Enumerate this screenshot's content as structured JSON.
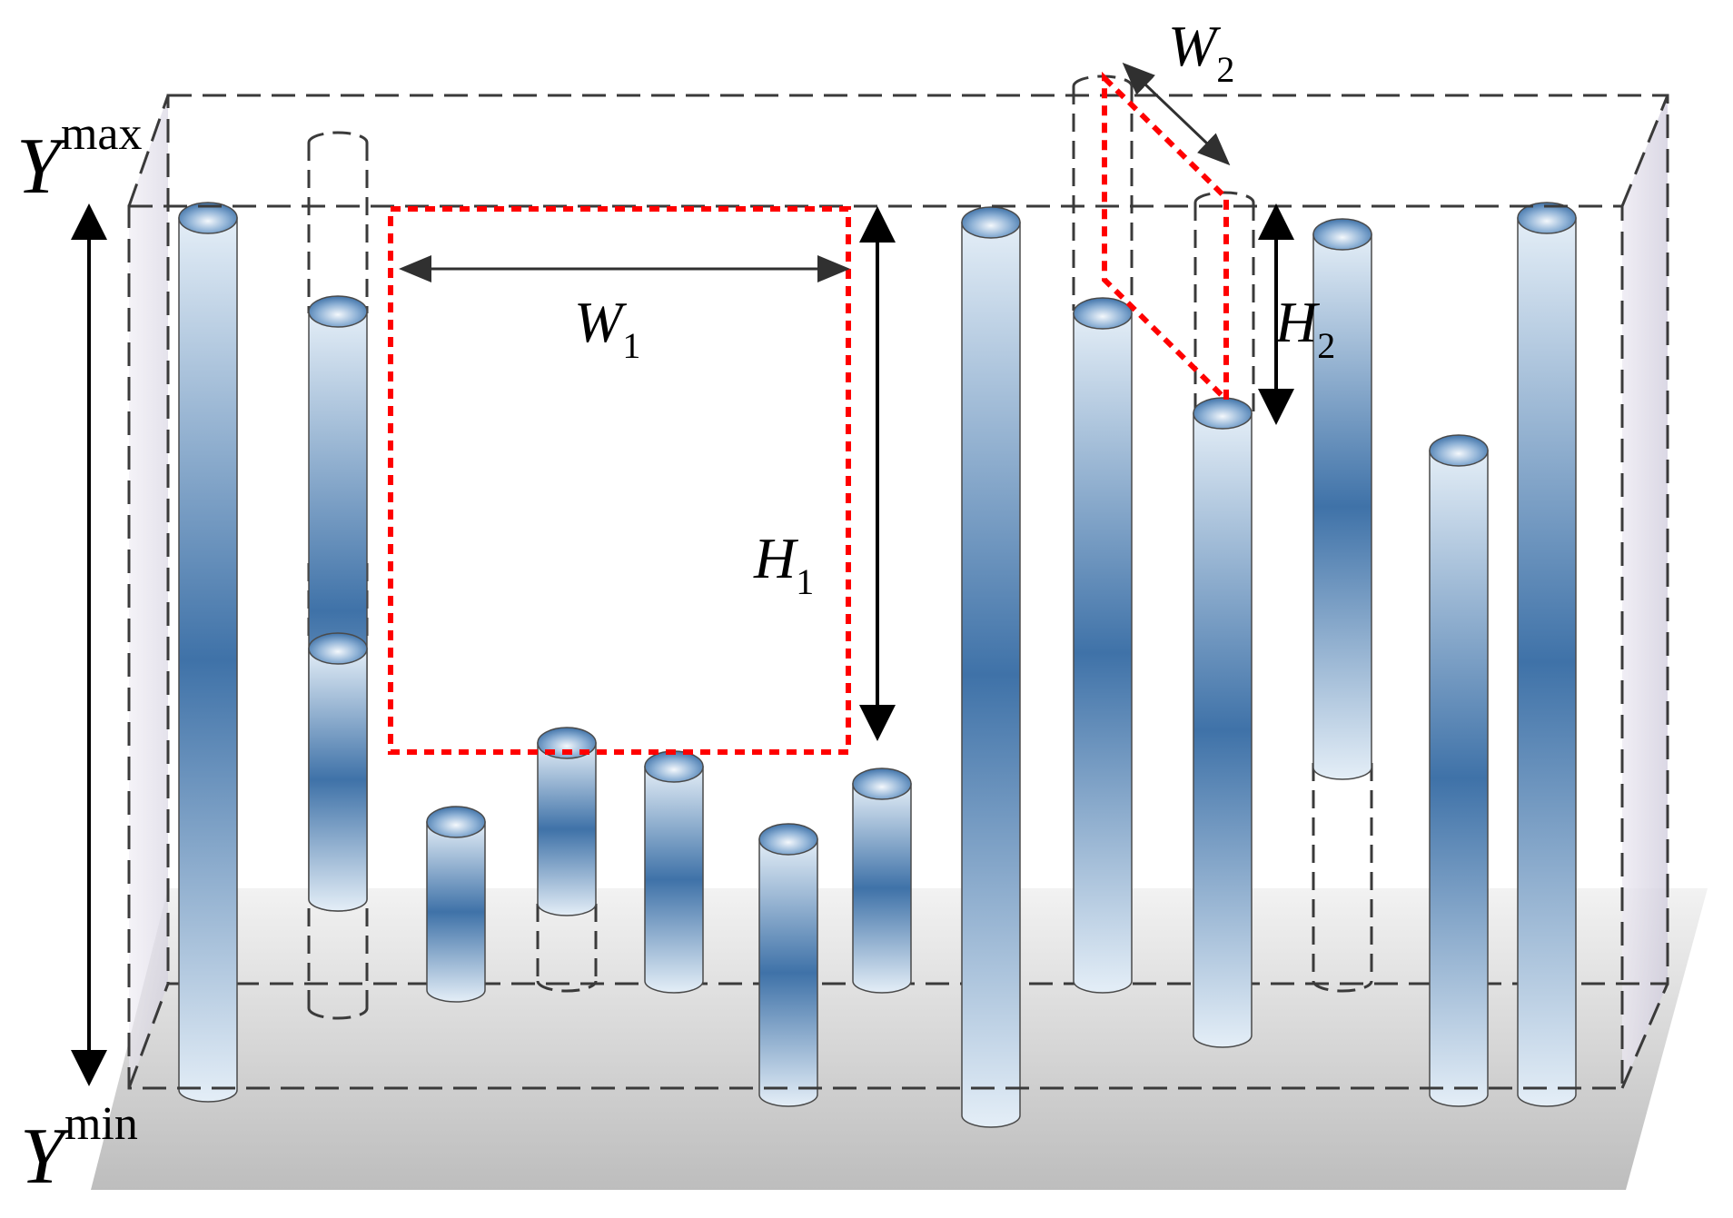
{
  "labels": {
    "y_max": {
      "base": "Y",
      "sup": "max"
    },
    "y_min": {
      "base": "Y",
      "sup": "min"
    },
    "w1": {
      "base": "W",
      "sub": "1"
    },
    "h1": {
      "base": "H",
      "sub": "1"
    },
    "w2": {
      "base": "W",
      "sub": "2"
    },
    "h2": {
      "base": "H",
      "sub": "2"
    }
  },
  "colors": {
    "cylinder_dark": "#3f72a8",
    "cylinder_light": "#e4eef7",
    "highlight_dashed": "#ff0000",
    "box_edge": "#3a3a3a",
    "floor_top": "#f2f2f2",
    "floor_bottom": "#bdbdbd",
    "side_wall": "#cfcbdc"
  }
}
